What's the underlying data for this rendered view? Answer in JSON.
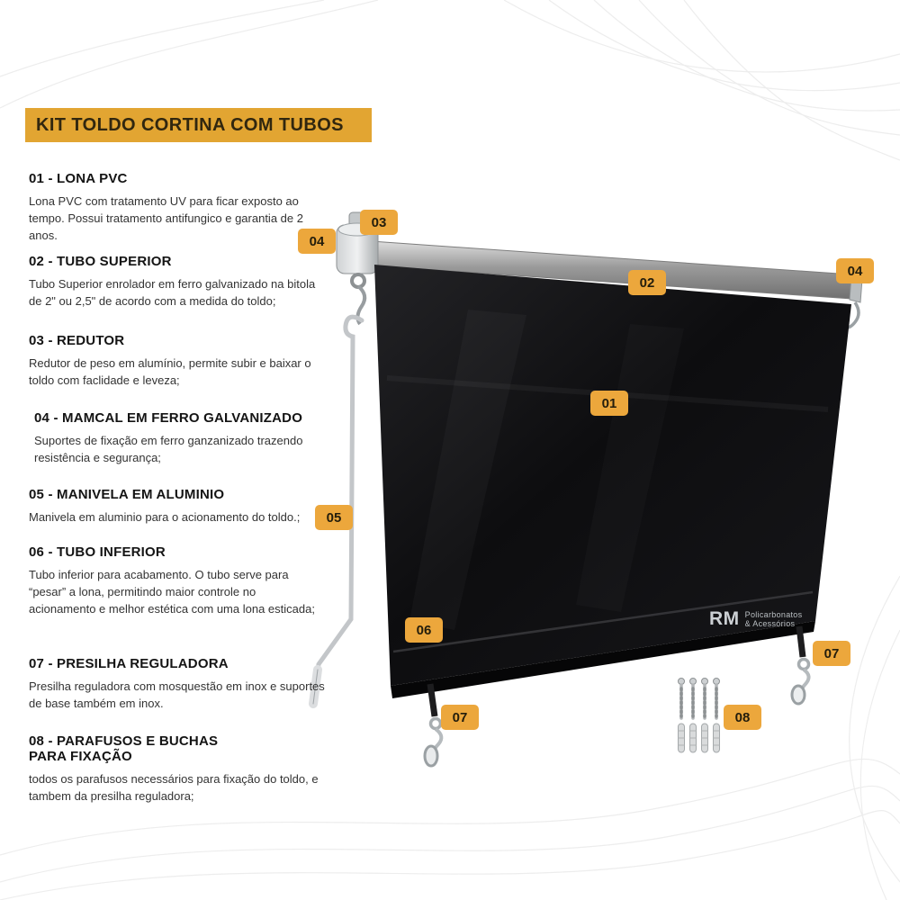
{
  "title": "KIT TOLDO CORTINA COM TUBOS",
  "items": [
    {
      "heading": "01 - LONA PVC",
      "body": "Lona PVC com tratamento UV para ficar exposto ao tempo. Possui tratamento antifungico e garantia de 2 anos."
    },
    {
      "heading": "02 - TUBO SUPERIOR",
      "body": "Tubo Superior enrolador em ferro galvanizado na bitola de 2\" ou 2,5\" de acordo com a medida do toldo;"
    },
    {
      "heading": "03 - REDUTOR",
      "body": "Redutor de peso em alumínio, permite subir e baixar o toldo com faclidade e leveza;"
    },
    {
      "heading": "04 - MAMCAL  EM FERRO GALVANIZADO",
      "body": "Suportes de fixação em ferro ganzanizado trazendo resistência e segurança;"
    },
    {
      "heading": "05 - MANIVELA EM ALUMINIO",
      "body": "Manivela em aluminio para o acionamento do toldo.;"
    },
    {
      "heading": "06 - TUBO INFERIOR",
      "body": "Tubo inferior para acabamento. O tubo serve para “pesar” a lona, permitindo maior controle no acionamento e melhor estética com uma lona esticada;"
    },
    {
      "heading": "07 - PRESILHA REGULADORA",
      "body": "Presilha reguladora com mosquestão em inox e suportes de base também em inox."
    },
    {
      "heading": "08 - PARAFUSOS E BUCHAS PARA FIXAÇÃO",
      "body": "todos os parafusos necessários para fixação do toldo, e tambem da presilha reguladora;"
    }
  ],
  "badges": [
    {
      "label": "03"
    },
    {
      "label": "04"
    },
    {
      "label": "02"
    },
    {
      "label": "04"
    },
    {
      "label": "01"
    },
    {
      "label": "05"
    },
    {
      "label": "06"
    },
    {
      "label": "07"
    },
    {
      "label": "07"
    },
    {
      "label": "08"
    }
  ],
  "watermark": {
    "logo": "RM",
    "line1": "Policarbonatos",
    "line2": "& Acessórios"
  },
  "colors": {
    "accent": "#E2A532",
    "badge": "#ECA73C",
    "tarp": "#0d0d0f"
  }
}
